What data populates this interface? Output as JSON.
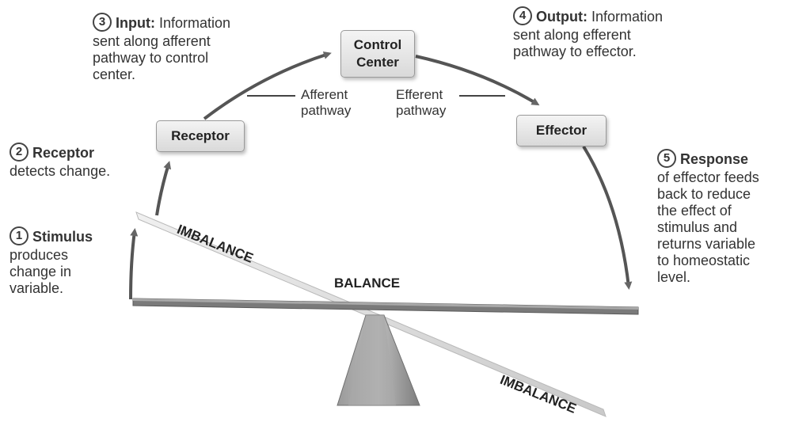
{
  "steps": [
    {
      "num": "1",
      "title": "Stimulus",
      "text": [
        "produces",
        "change in",
        "variable."
      ]
    },
    {
      "num": "2",
      "title": "Receptor",
      "text": [
        "detects change."
      ]
    },
    {
      "num": "3",
      "title": "Input:",
      "title_rest": "Information",
      "text": [
        "sent along afferent",
        "pathway to control",
        "center."
      ]
    },
    {
      "num": "4",
      "title": "Output:",
      "title_rest": "Information",
      "text": [
        "sent along efferent",
        "pathway to effector."
      ]
    },
    {
      "num": "5",
      "title": "Response",
      "text": [
        "of effector feeds",
        "back to reduce",
        "the effect of",
        "stimulus and",
        "returns variable",
        "to homeostatic",
        "level."
      ]
    }
  ],
  "boxes": {
    "receptor": "Receptor",
    "control_center": [
      "Control",
      "Center"
    ],
    "effector": "Effector"
  },
  "pathways": {
    "afferent": [
      "Afferent",
      "pathway"
    ],
    "efferent": [
      "Efferent",
      "pathway"
    ]
  },
  "lever": {
    "balance": "BALANCE",
    "imbalance_top": "IMBALANCE",
    "imbalance_bottom": "IMBALANCE"
  },
  "colors": {
    "arrow": "#555555",
    "box_fill": "#e6e6e6",
    "beam": "#8a8a8a"
  }
}
